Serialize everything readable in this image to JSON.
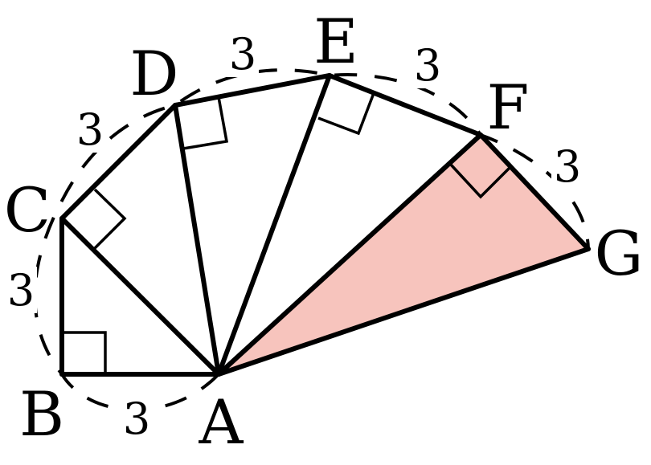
{
  "colors": {
    "line": "#000000",
    "shade": "#f7c4bd",
    "background": "#ffffff"
  },
  "vertices": {
    "A": "A",
    "B": "B",
    "C": "C",
    "D": "D",
    "E": "E",
    "F": "F",
    "G": "G"
  },
  "segment_lengths": {
    "AB": "3",
    "BC": "3",
    "CD": "3",
    "DE": "3",
    "EF": "3",
    "FG": "3"
  }
}
